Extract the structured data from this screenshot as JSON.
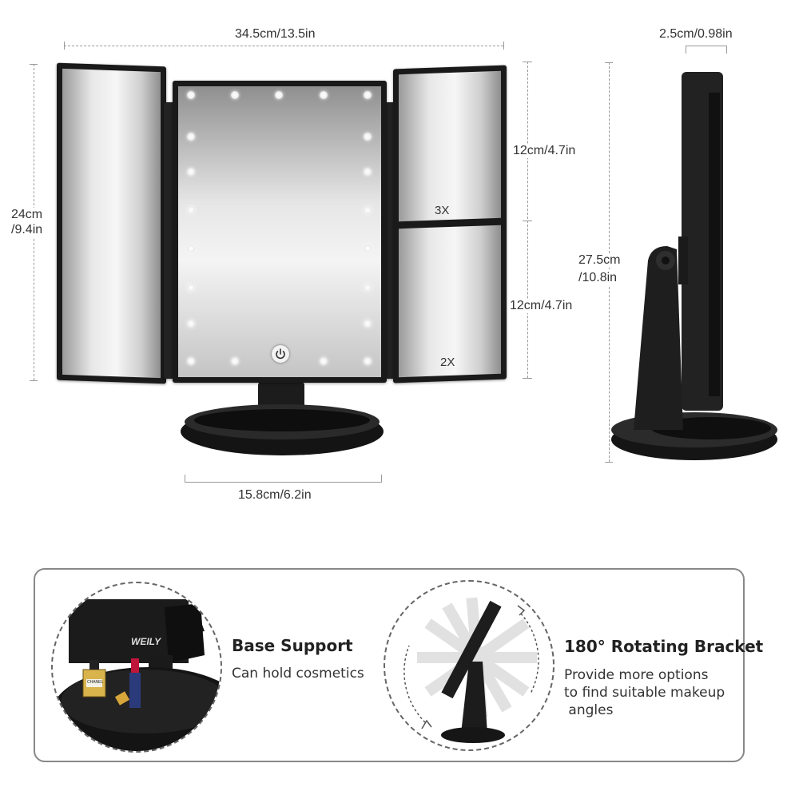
{
  "dimensions": {
    "overall_width": "34.5cm/13.5in",
    "height_left_line1": "24cm",
    "height_left_line2": "/9.4in",
    "depth": "2.5cm/0.98in",
    "panel_top_height": "12cm/4.7in",
    "panel_bottom_height": "12cm/4.7in",
    "total_height_line1": "27.5cm",
    "total_height_line2": "/10.8in",
    "base_width": "15.8cm/6.2in"
  },
  "mirror": {
    "magnification_top": "3X",
    "magnification_bottom": "2X"
  },
  "features": [
    {
      "title": "Base Support",
      "description": "Can hold cosmetics"
    },
    {
      "title": "180° Rotating Bracket",
      "description": "Provide more options\nto find suitable makeup\n angles"
    }
  ],
  "product_details": {
    "brand_logo_text": "WEILY",
    "perfume_label": "CHANEL"
  },
  "colors": {
    "frame": "#1a1a1a",
    "dimension_line": "#999999",
    "feature_border": "#888888"
  }
}
